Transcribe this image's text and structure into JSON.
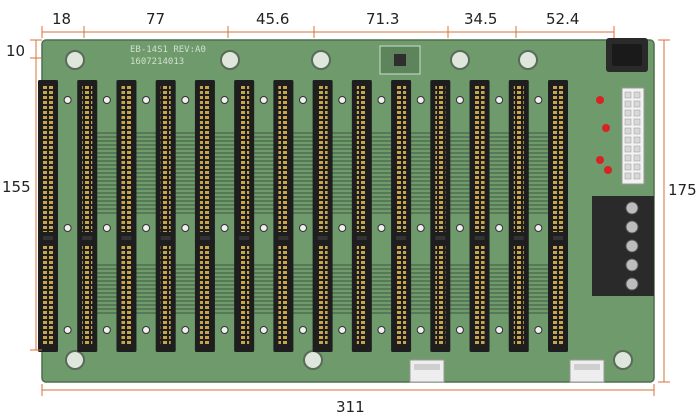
{
  "dimensions": {
    "top": [
      "18",
      "77",
      "45.6",
      "71.3",
      "34.5",
      "52.4"
    ],
    "left_top": "10",
    "left": "155",
    "right": "175",
    "bottom": "311"
  },
  "board": {
    "silk_line1": "EB-14S1 REV:A0",
    "silk_line2": "1607214013",
    "slot_count": 14
  },
  "colors": {
    "pcb": "#6f9a6c",
    "pcb_dark": "#557a53",
    "slot": "#1e1e1e",
    "pin": "#c9a44a",
    "dim": "#d9703a",
    "terminal": "#2a2a2a",
    "connector": "#eeeeee"
  }
}
